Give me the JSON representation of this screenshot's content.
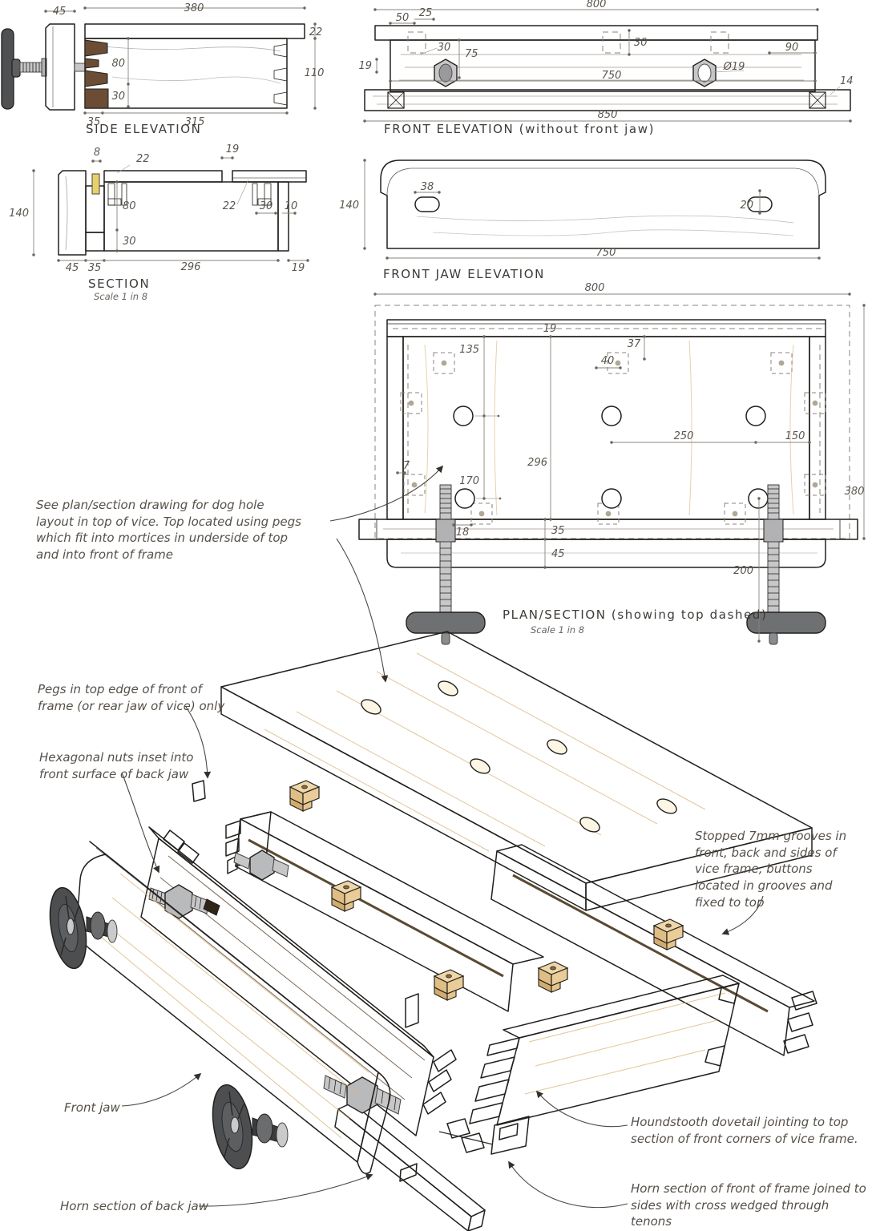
{
  "palette": {
    "pine": "#e9cc97",
    "pine_light": "#f0dcae",
    "pine_dark": "#caa262",
    "walnut_dark": "#5f4430",
    "walnut_mid": "#7a5a40",
    "walnut_face": "#8a6750",
    "tan_plan": "#f0e1bf",
    "cream": "#f6ecd3",
    "metal_light": "#c7c7c9",
    "metal_mid": "#9a9a9c",
    "handle_gray": "#4e5052",
    "peg_yellow": "#e8d06a",
    "line": "#22201d",
    "dim_text": "#5a554f"
  },
  "views": {
    "side_elevation": {
      "title": "SIDE ELEVATION",
      "dims": {
        "jaw": "45",
        "top_length": "380",
        "top_thickness": "22",
        "body_height": "110",
        "spacing_upper": "80",
        "spacing_lower": "30",
        "offset_left": "35",
        "body_length": "315"
      }
    },
    "front_elevation": {
      "title": "FRONT ELEVATION (without front jaw)",
      "dims": {
        "top_length": "800",
        "end_offset": "50",
        "mortice_offset": "25",
        "mortice_width": "30",
        "screw_drop": "75",
        "edge": "19",
        "mortice_mid": "30",
        "screw_dia": "Ø19",
        "screw_inset": "90",
        "screw_spacing": "750",
        "rail_lip": "14",
        "overall": "850"
      }
    },
    "section": {
      "title": "SECTION",
      "scale": "Scale 1 in 8",
      "dims": {
        "peg": "8",
        "gap": "19",
        "groove_top": "22",
        "height": "140",
        "upper": "80",
        "lower": "30",
        "groove_right": "22",
        "button": "30",
        "overhang": "10",
        "jaw": "45",
        "back_jaw": "35",
        "interior": "296",
        "side": "19"
      }
    },
    "front_jaw": {
      "title": "FRONT JAW ELEVATION",
      "dims": {
        "height": "140",
        "slot_width": "38",
        "slot_height": "20",
        "length": "750"
      }
    },
    "plan_section": {
      "title": "PLAN/SECTION (showing top dashed)",
      "scale": "Scale 1 in 8",
      "dims": {
        "width": "800",
        "rail": "19",
        "hole_front": "135",
        "button_drop": "37",
        "button_width": "40",
        "hole_spacing": "250",
        "hole_end": "150",
        "depth": "380",
        "groove": "7",
        "interior": "296",
        "hole_mid": "170",
        "plate": "18",
        "back_rail": "35",
        "jaw": "45",
        "screw_offset": "200"
      }
    }
  },
  "annotations": {
    "dog_hole": "See plan/section drawing for dog hole layout in top of vice. Top located using pegs which fit into mortices in underside of top and into front of frame",
    "pegs": "Pegs in top edge of front of frame (or rear jaw of vice) only",
    "hex_nuts": "Hexagonal nuts inset into front surface of back jaw",
    "grooves": "Stopped 7mm grooves in front, back and sides of vice frame, buttons located in grooves and fixed to top",
    "front_jaw": "Front jaw",
    "horn_back_jaw": "Horn section of back jaw",
    "houndstooth": "Houndstooth dovetail jointing to top section of front corners of vice frame.",
    "horn_front": "Horn section of front of frame joined to sides with cross wedged through tenons"
  }
}
